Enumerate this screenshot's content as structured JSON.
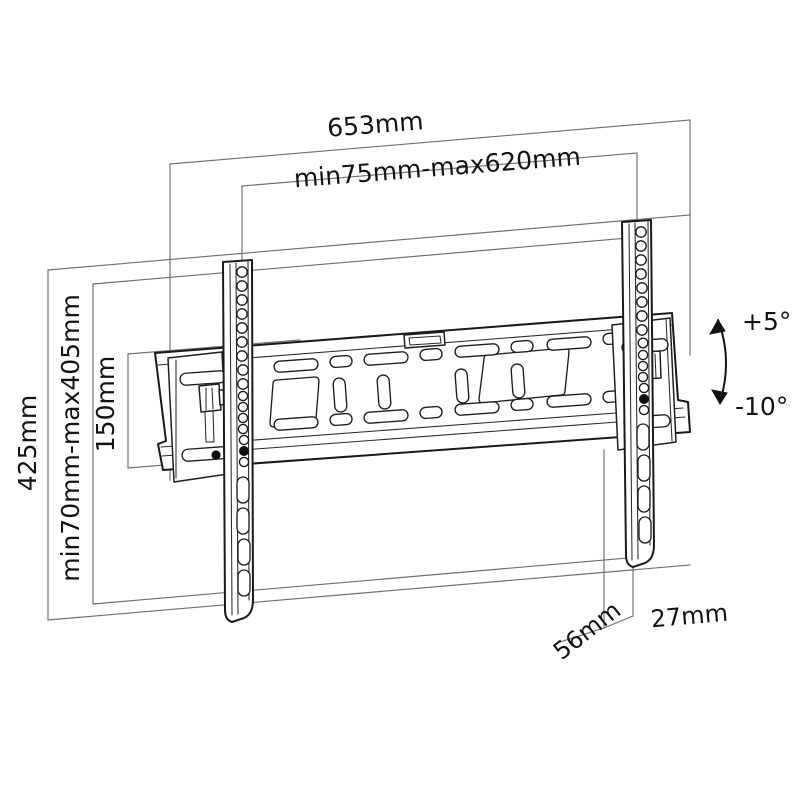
{
  "diagram": {
    "title": "TV Wall Mount Bracket Technical Dimension Drawing",
    "product": "tilting-flat-panel-tv-wall-mount",
    "background_color": "#ffffff",
    "line_color": "#1a1a1a",
    "dimension_line_color": "#6f6f6f",
    "text_color": "#131313"
  },
  "dimensions": {
    "overall_width": "653mm",
    "mounting_width_range": "min75mm-max620mm",
    "overall_height": "425mm",
    "mounting_height_range": "min70mm-max405mm",
    "plate_height": "150mm",
    "depth_diagonal": "56mm",
    "depth_profile": "27mm"
  },
  "tilt": {
    "up_angle": "+5°",
    "down_angle": "-10°"
  },
  "parts": {
    "left_rail": "left-vertical-rail",
    "right_rail": "right-vertical-rail",
    "horizontal_bar": "horizontal-wall-rail",
    "knob": "tilt-lock-knob",
    "top_clip": "center-safety-clip"
  }
}
